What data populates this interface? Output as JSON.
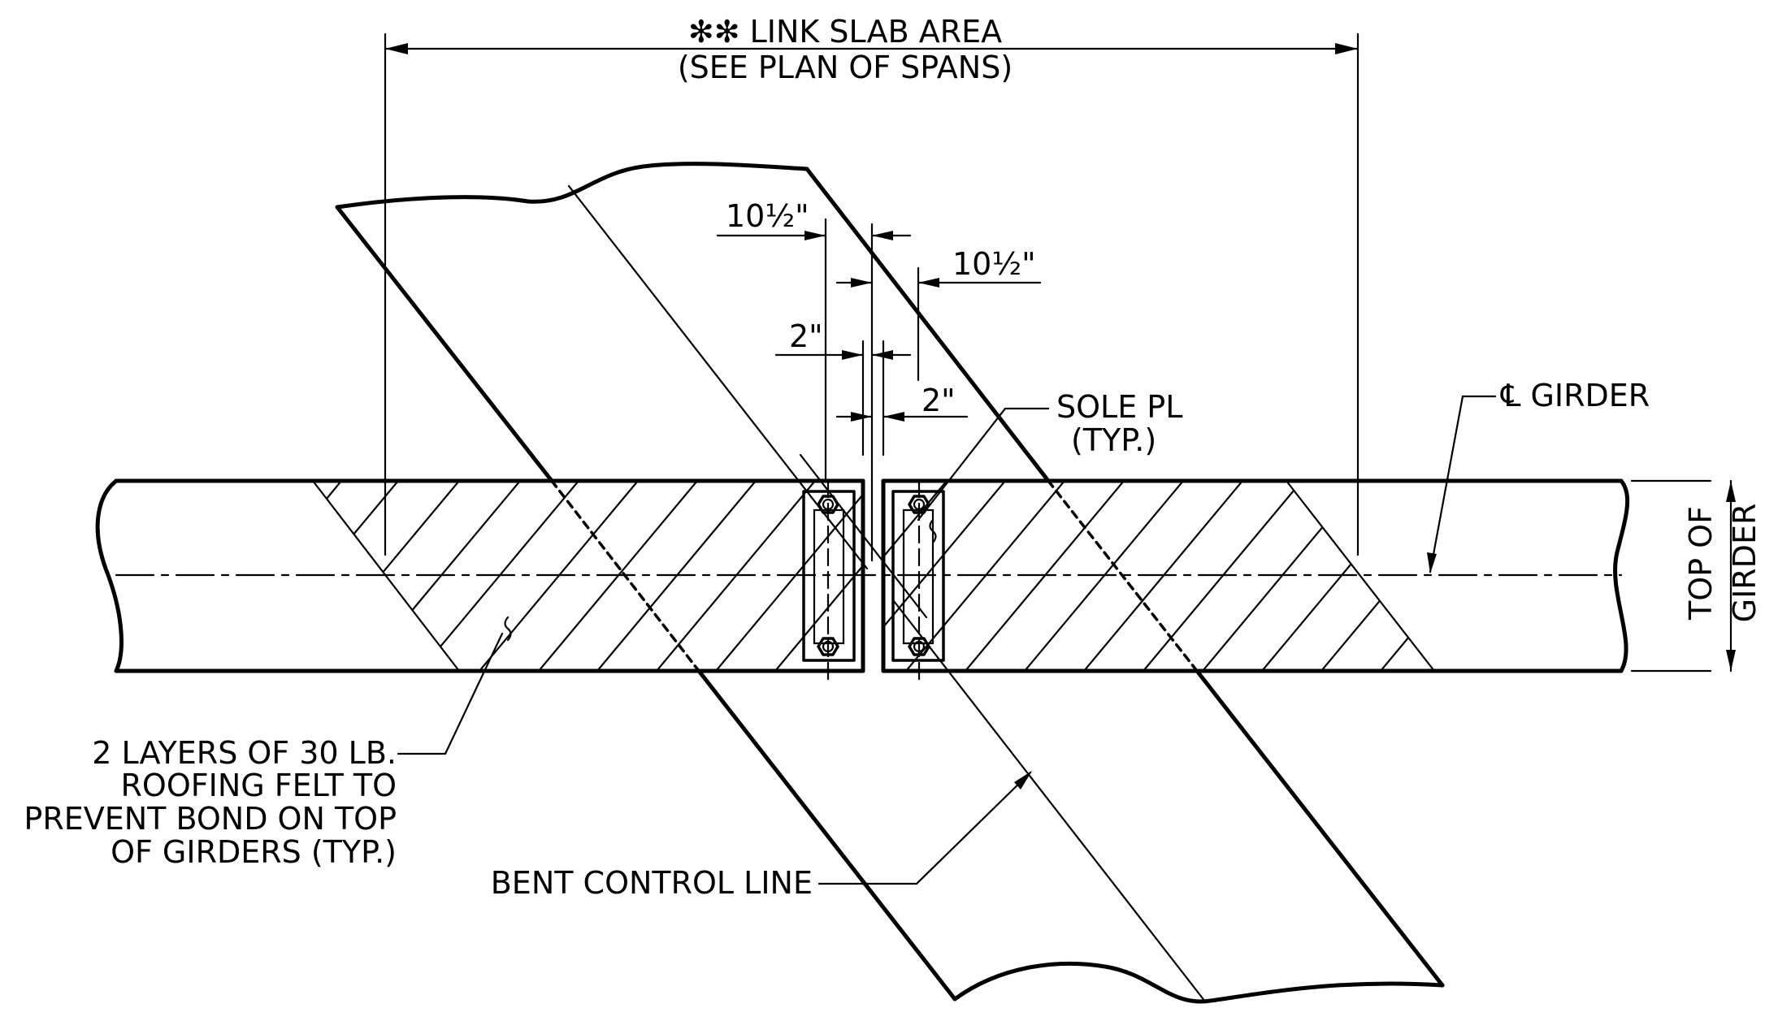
{
  "diagram": {
    "link_slab": {
      "line1": "✻✻ LINK SLAB AREA",
      "line2": "(SEE PLAN OF SPANS)"
    },
    "dims": {
      "left_ten_half": "10½\"",
      "right_ten_half": "10½\"",
      "left_two": "2\"",
      "right_two": "2\""
    },
    "sole_plate": {
      "line1": "SOLE PL",
      "line2": "(TYP.)"
    },
    "cl_girder": "℄ GIRDER",
    "top_of_girder": {
      "line1": "TOP OF",
      "line2": "GIRDER"
    },
    "roofing_felt": {
      "line1": "2 LAYERS OF 30 LB.",
      "line2": "ROOFING FELT TO",
      "line3": "PREVENT BOND ON TOP",
      "line4": "OF GIRDERS (TYP.)"
    },
    "bent_control_line": "BENT CONTROL LINE"
  }
}
